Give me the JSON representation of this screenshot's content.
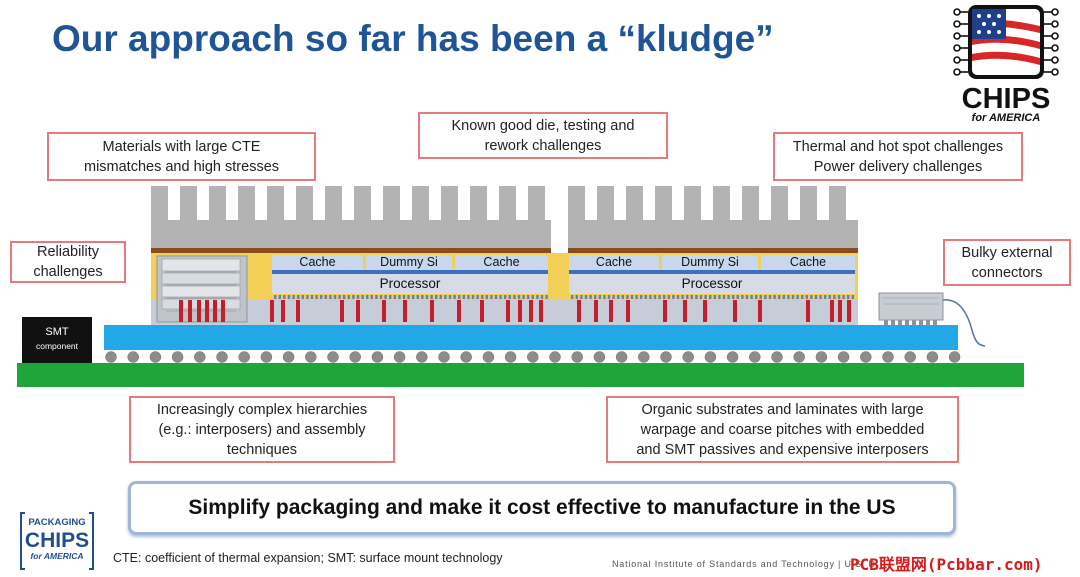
{
  "title": "Our approach so far has been a “kludge”",
  "callouts": {
    "materials": [
      "Materials with large CTE",
      "mismatches and high stresses"
    ],
    "known_good_die": [
      "Known good die, testing  and",
      "rework challenges"
    ],
    "thermal": [
      "Thermal and hot spot challenges",
      "Power delivery challenges"
    ],
    "reliability": [
      "Reliability",
      "challenges"
    ],
    "connectors": [
      "Bulky external",
      "connectors"
    ],
    "hierarchies": [
      "Increasingly complex hierarchies",
      "(e.g.: interposers) and assembly",
      "techniques"
    ],
    "substrates": [
      "Organic substrates and laminates with large",
      "warpage and coarse pitches with embedded",
      "and SMT passives and expensive interposers"
    ]
  },
  "diagram": {
    "smt_component": [
      "SMT",
      "component"
    ],
    "left_stack": {
      "cache_left": "Cache",
      "dummy": "Dummy Si",
      "cache_right": "Cache",
      "processor": "Processor"
    },
    "right_stack": {
      "cache_left": "Cache",
      "dummy": "Dummy Si",
      "cache_right": "Cache",
      "processor": "Processor"
    },
    "colors": {
      "heatsink": "#b3b3b3",
      "substrate": "#22a8e6",
      "pcb": "#1ea63a",
      "interposer": "#f2cf56",
      "processor": "#d6dbe6",
      "cache": "#c9d7ee",
      "bump": "#c41e2a",
      "ball": "#8c8c8c"
    }
  },
  "banner": "Simplify packaging and make it cost effective to manufacture in the US",
  "footnote": "CTE: coefficient of thermal expansion;  SMT: surface mount technology",
  "footer_agency": "National Institute of Standards and Technology | U.S. D",
  "watermark": "PCB联盟网(Pcbbar.com)",
  "logo_right": {
    "line1": "CHIPS",
    "line2": "for AMERICA"
  },
  "logo_left": {
    "line1": "PACKAGING",
    "line2": "CHIPS",
    "line3": "for AMERICA"
  }
}
